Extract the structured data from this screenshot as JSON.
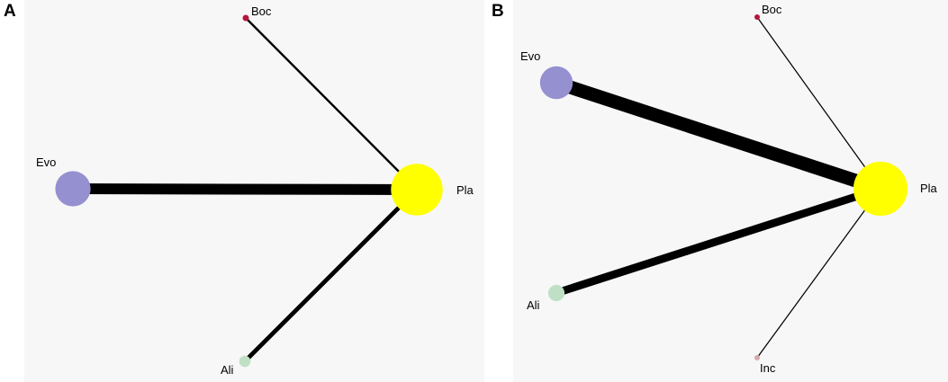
{
  "panels": [
    {
      "letter": "A",
      "background": "#f7f7f7",
      "nodes": [
        {
          "id": "boc",
          "label": "Boc",
          "color": "#b5173a",
          "size": 1
        },
        {
          "id": "evo",
          "label": "Evo",
          "color": "#9590d0",
          "size": 28
        },
        {
          "id": "pla",
          "label": "Pla",
          "color": "#ffff00",
          "size": 41
        },
        {
          "id": "ali",
          "label": "Ali",
          "color": "#bfe0c4",
          "size": 9
        }
      ],
      "edges": [
        {
          "from": "evo",
          "to": "pla",
          "weight": 5
        },
        {
          "from": "boc",
          "to": "pla",
          "weight": 1
        },
        {
          "from": "ali",
          "to": "pla",
          "weight": 2
        }
      ]
    },
    {
      "letter": "B",
      "background": "#f7f7f7",
      "nodes": [
        {
          "id": "boc",
          "label": "Boc",
          "color": "#b5173a",
          "size": 0.5
        },
        {
          "id": "evo",
          "label": "Evo",
          "color": "#9590d0",
          "size": 26
        },
        {
          "id": "pla",
          "label": "Pla",
          "color": "#ffff00",
          "size": 43
        },
        {
          "id": "ali",
          "label": "Ali",
          "color": "#bfe0c4",
          "size": 13
        },
        {
          "id": "inc",
          "label": "Inc",
          "color": "#d8a9ad",
          "size": 0.5
        }
      ],
      "edges": [
        {
          "from": "evo",
          "to": "pla",
          "weight": 6
        },
        {
          "from": "ali",
          "to": "pla",
          "weight": 3.5
        },
        {
          "from": "boc",
          "to": "pla",
          "weight": 0.5
        },
        {
          "from": "inc",
          "to": "pla",
          "weight": 0.5
        }
      ]
    }
  ]
}
